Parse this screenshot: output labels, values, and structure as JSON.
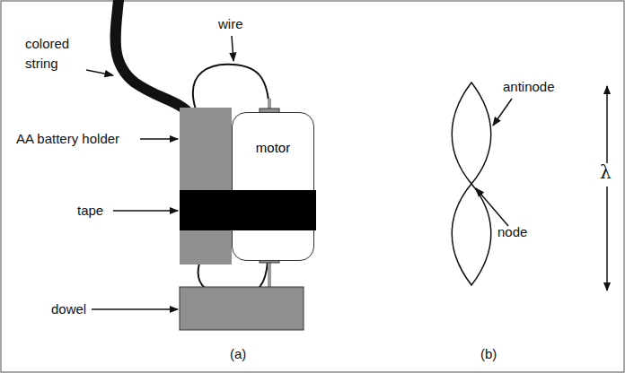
{
  "diagram": {
    "nodes": [
      {
        "text": [
          "motor"
        ]
      }
    ],
    "labels": [
      "colored string",
      "wire",
      "AA battery holder",
      "tape",
      "dowel",
      "(a)",
      "antinode",
      "node",
      "λ",
      "(b)"
    ]
  }
}
